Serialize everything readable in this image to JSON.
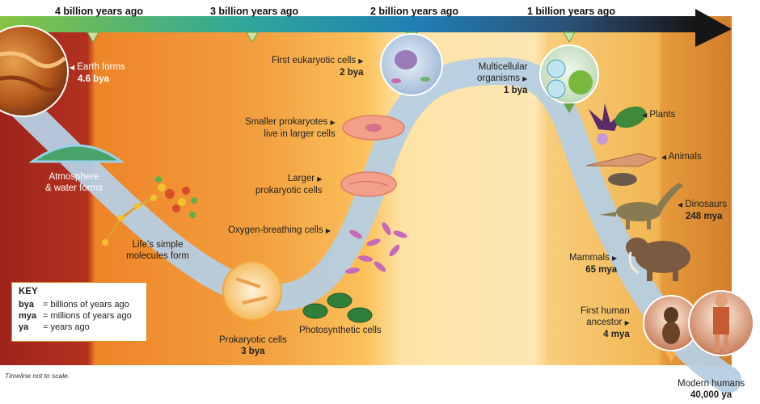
{
  "timeline": {
    "labels": [
      "4 billion years ago",
      "3 billion years ago",
      "2 billion years ago",
      "1 billion years ago"
    ]
  },
  "events": {
    "earth_forms": {
      "label": "Earth forms",
      "age": "4.6 bya"
    },
    "atmosphere": {
      "line1": "Atmosphere",
      "line2": "& water forms"
    },
    "simple_molecules": {
      "line1": "Life’s simple",
      "line2": "molecules form"
    },
    "prokaryotic": {
      "label": "Prokaryotic cells",
      "age": "3 bya"
    },
    "photosynthetic": {
      "label": "Photosynthetic cells"
    },
    "oxygen_breathing": {
      "label": "Oxygen-breathing cells"
    },
    "larger_prokaryotic": {
      "line1": "Larger",
      "line2": "prokaryotic cells"
    },
    "smaller_prokaryotes": {
      "line1": "Smaller prokaryotes",
      "line2": "live in larger cells"
    },
    "eukaryotic": {
      "label": "First eukaryotic cells",
      "age": "2 bya"
    },
    "multicellular": {
      "line1": "Multicellular",
      "line2": "organisms",
      "age": "1 bya"
    },
    "plants": {
      "label": "Plants"
    },
    "animals": {
      "label": "Animals"
    },
    "dinosaurs": {
      "label": "Dinosaurs",
      "age": "248 mya"
    },
    "mammals": {
      "label": "Mammals",
      "age": "65 mya"
    },
    "human_ancestor": {
      "line1": "First human",
      "line2": "ancestor",
      "age": "4 mya"
    },
    "modern_humans": {
      "label": "Modern humans",
      "age": "40,000 ya"
    }
  },
  "key": {
    "title": "KEY",
    "rows": [
      {
        "abbr": "bya",
        "text": "= billions of years ago"
      },
      {
        "abbr": "mya",
        "text": "= millions of years ago"
      },
      {
        "abbr": "ya",
        "text": "= years ago"
      }
    ]
  },
  "footnote": "Timeline not to scale.",
  "colors": {
    "band_red": "#a3261e",
    "band_orange": "#ef8a2a",
    "band_yellow": "#fbc25a",
    "band_pale": "#fde6ad",
    "path": "#b8cfe3",
    "bar_left": "#7ec242",
    "bar_right": "#1b1b1b"
  }
}
